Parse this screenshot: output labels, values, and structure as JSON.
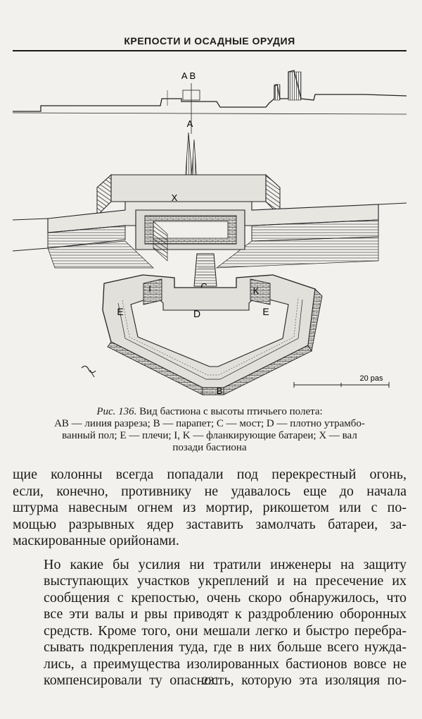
{
  "header": {
    "title": "КРЕПОСТИ И ОСАДНЫЕ ОРУДИЯ"
  },
  "figure": {
    "labels": {
      "ab": "A B",
      "a": "A",
      "x": "X",
      "c": "C",
      "d": "D",
      "e_left": "E",
      "e_right": "E",
      "i": "I",
      "k": "K",
      "b": "B"
    },
    "scale_label": "20 pas"
  },
  "caption": {
    "fig_ref": "Рис. 136.",
    "line1": " Вид бастиона с высоты птичьего полета:",
    "line2": "AB — линия разреза; B — парапет; C — мост; D — плотно утрамбо-",
    "line3": "ванный пол; E — плечи; I, K — фланкирующие батареи; X — вал",
    "line4": "позади бастиона"
  },
  "body": {
    "paragraph1": [
      "щие колонны всегда попадали под перекрестный огонь,",
      "если, конечно, противнику не удавалось еще до начала",
      "штурма навесным огнем из мортир, рикошетом или с по-",
      "мощью разрывных ядер заставить замолчать батареи, за-",
      "маскированные орийонами."
    ],
    "paragraph2": [
      "Но какие бы усилия ни тратили инженеры на защиту",
      "выступающих участков укреплений и на пресечение их",
      "сообщения с крепостью, очень скоро обнаружилось, что",
      "все эти валы и рвы приводят к раздроблению оборонных",
      "средств. Кроме того, они мешали легко и быстро перебра-",
      "сывать подкрепления туда, где в них больше всего нужда-",
      "лись, а преимущества изолированных бастионов вовсе не",
      "компенсировали ту опасность, которую эта изоляция по-"
    ]
  },
  "page_number": "231"
}
